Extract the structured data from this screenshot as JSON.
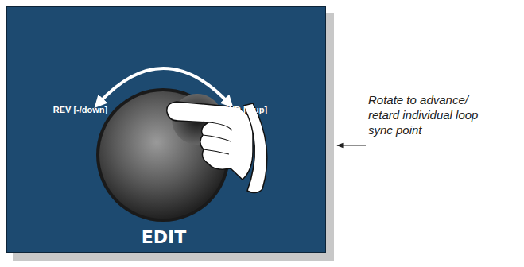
{
  "diagram": {
    "nodes": [
      {
        "text": [
          "REV [-/down]",
          "FWD [+/up]",
          "EDIT"
        ]
      }
    ],
    "labels": [
      "Rotate to advance/ retard individual loop sync point"
    ]
  }
}
